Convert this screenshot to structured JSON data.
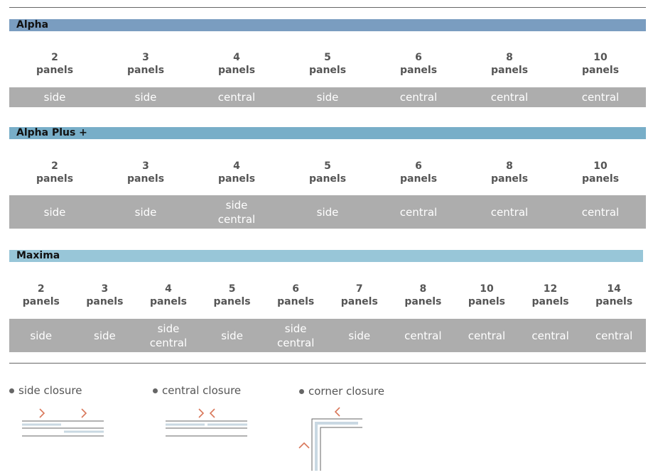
{
  "sections": [
    {
      "title": "Alpha",
      "columns": [
        {
          "n": "2",
          "unit": "panels",
          "closure": "side"
        },
        {
          "n": "3",
          "unit": "panels",
          "closure": "side"
        },
        {
          "n": "4",
          "unit": "panels",
          "closure": "central"
        },
        {
          "n": "5",
          "unit": "panels",
          "closure": "side"
        },
        {
          "n": "6",
          "unit": "panels",
          "closure": "central"
        },
        {
          "n": "8",
          "unit": "panels",
          "closure": "central"
        },
        {
          "n": "10",
          "unit": "panels",
          "closure": "central"
        }
      ]
    },
    {
      "title": "Alpha Plus +",
      "columns": [
        {
          "n": "2",
          "unit": "panels",
          "closure": "side"
        },
        {
          "n": "3",
          "unit": "panels",
          "closure": "side"
        },
        {
          "n": "4",
          "unit": "panels",
          "closure": "side\ncentral"
        },
        {
          "n": "5",
          "unit": "panels",
          "closure": "side"
        },
        {
          "n": "6",
          "unit": "panels",
          "closure": "central"
        },
        {
          "n": "8",
          "unit": "panels",
          "closure": "central"
        },
        {
          "n": "10",
          "unit": "panels",
          "closure": "central"
        }
      ]
    },
    {
      "title": "Maxima",
      "columns": [
        {
          "n": "2",
          "unit": "panels",
          "closure": "side"
        },
        {
          "n": "3",
          "unit": "panels",
          "closure": "side"
        },
        {
          "n": "4",
          "unit": "panels",
          "closure": "side\ncentral"
        },
        {
          "n": "5",
          "unit": "panels",
          "closure": "side"
        },
        {
          "n": "6",
          "unit": "panels",
          "closure": "side\ncentral"
        },
        {
          "n": "7",
          "unit": "panels",
          "closure": "side"
        },
        {
          "n": "8",
          "unit": "panels",
          "closure": "central"
        },
        {
          "n": "10",
          "unit": "panels",
          "closure": "central"
        },
        {
          "n": "12",
          "unit": "panels",
          "closure": "central"
        },
        {
          "n": "14",
          "unit": "panels",
          "closure": "central"
        }
      ]
    }
  ],
  "legend": {
    "side": "side closure",
    "central": "central closure",
    "corner": "corner closure"
  },
  "colors": {
    "alpha_band": "#7a9dc0",
    "alpha_plus_band": "#78aec8",
    "maxima_band": "#98c6d8",
    "value_bar": "#adadad",
    "arrow": "#d9775a",
    "panel_line": "#c9d8e2"
  }
}
